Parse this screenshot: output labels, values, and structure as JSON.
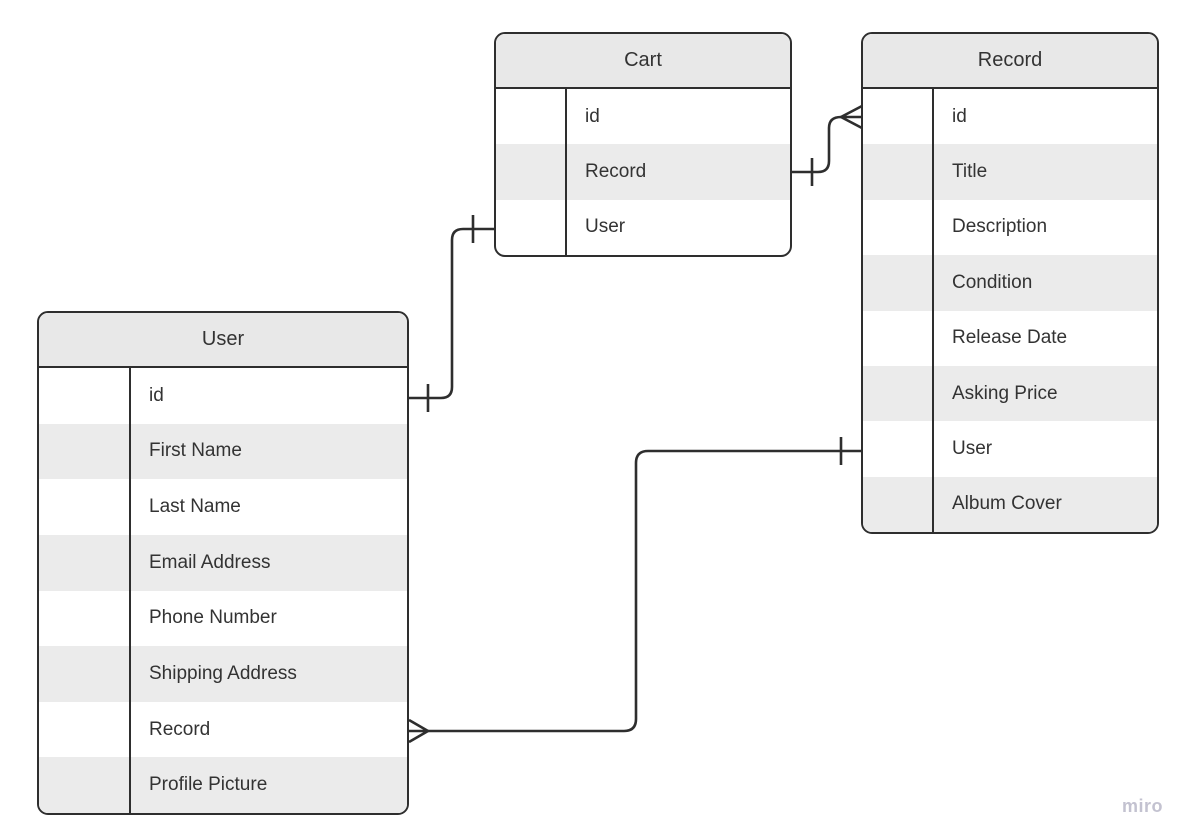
{
  "colors": {
    "border": "#2e2e2e",
    "header_fill": "#e8e8e8",
    "row_alt_fill": "#ebebeb",
    "text": "#333333",
    "canvas_bg": "#ffffff",
    "watermark": "#c3c2d0"
  },
  "entities": [
    {
      "title": "Cart",
      "fields": [
        "id",
        "Record",
        "User"
      ]
    },
    {
      "title": "Record",
      "fields": [
        "id",
        "Title",
        "Description",
        "Condition",
        "Release Date",
        "Asking Price",
        "User",
        "Album Cover"
      ]
    },
    {
      "title": "User",
      "fields": [
        "id",
        "First Name",
        "Last Name",
        "Email Address",
        "Phone Number",
        "Shipping Address",
        "Record",
        "Profile Picture"
      ]
    }
  ],
  "relationships": [
    {
      "from": "User.id",
      "to": "Cart.User",
      "from_cardinality": "one",
      "to_cardinality": "one"
    },
    {
      "from": "Cart.Record",
      "to": "Record.id",
      "from_cardinality": "one",
      "to_cardinality": "many"
    },
    {
      "from": "User.Record",
      "to": "Record.User",
      "from_cardinality": "many",
      "to_cardinality": "one"
    }
  ],
  "watermark": {
    "label": "miro"
  }
}
